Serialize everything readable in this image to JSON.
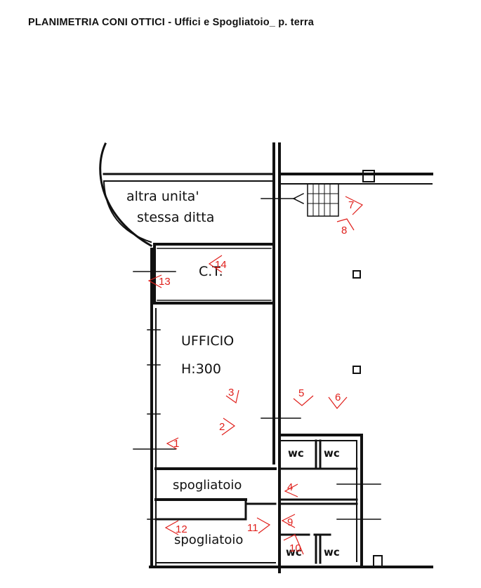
{
  "title": "PLANIMETRIA CONI OTTICI - Uffici e Spogliatoio_ p. terra",
  "rooms": {
    "altra_line1": "altra unita'",
    "altra_line2": "stessa ditta",
    "ct": "C.T.",
    "ufficio": "UFFICIO",
    "height": "H:300",
    "wc1": "wc",
    "wc2": "wc",
    "wc3": "wc",
    "wc4": "wc",
    "spogliatoio1": "spogliatoio",
    "spogliatoio2": "spogliatoio"
  },
  "colors": {
    "walls": "#111111",
    "cones": "#e0201c",
    "background": "#ffffff"
  },
  "cones": [
    {
      "label": "1"
    },
    {
      "label": "2"
    },
    {
      "label": "3"
    },
    {
      "label": "4"
    },
    {
      "label": "5"
    },
    {
      "label": "6"
    },
    {
      "label": "7"
    },
    {
      "label": "8"
    },
    {
      "label": "9"
    },
    {
      "label": "10"
    },
    {
      "label": "11"
    },
    {
      "label": "12"
    },
    {
      "label": "13"
    },
    {
      "label": "14"
    }
  ]
}
